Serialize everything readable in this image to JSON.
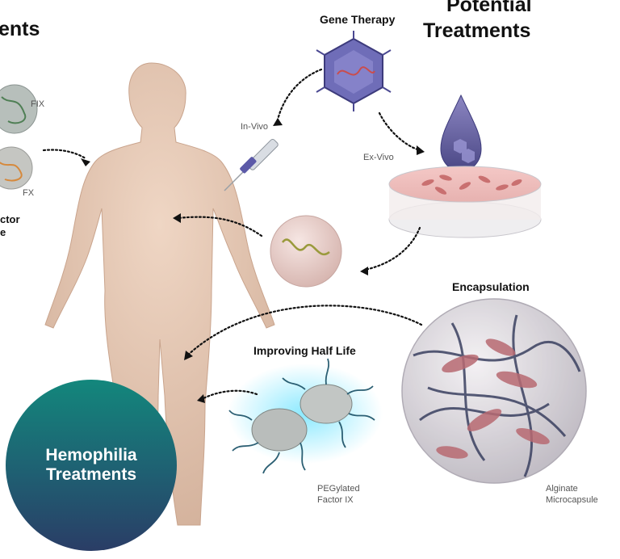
{
  "headings": {
    "left_partial": "ents",
    "right_line1": "Potential",
    "right_line2": "Treatments"
  },
  "labels": {
    "gene_therapy": "Gene Therapy",
    "in_vivo": "In-Vivo",
    "ex_vivo": "Ex-Vivo",
    "fix": "FIX",
    "fx": "FX",
    "left_label_1": "ctor",
    "left_label_2": "e",
    "encapsulation": "Encapsulation",
    "improving_half_life": "Improving Half Life",
    "pegylated_1": "PEGylated",
    "pegylated_2": "Factor IX",
    "alginate_1": "Alginate",
    "alginate_2": "Microcapsule"
  },
  "badge": {
    "line1": "Hemophilia",
    "line2": "Treatments"
  }
}
